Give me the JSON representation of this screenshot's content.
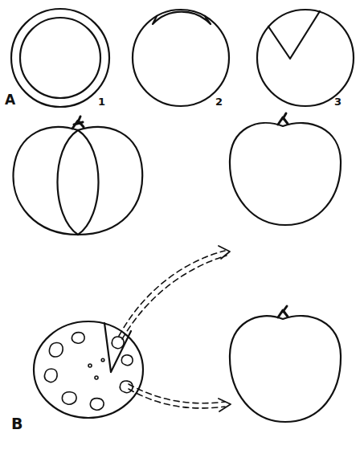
{
  "diagram": {
    "labels": [
      "A",
      "1",
      "2",
      "3",
      "B"
    ]
  }
}
